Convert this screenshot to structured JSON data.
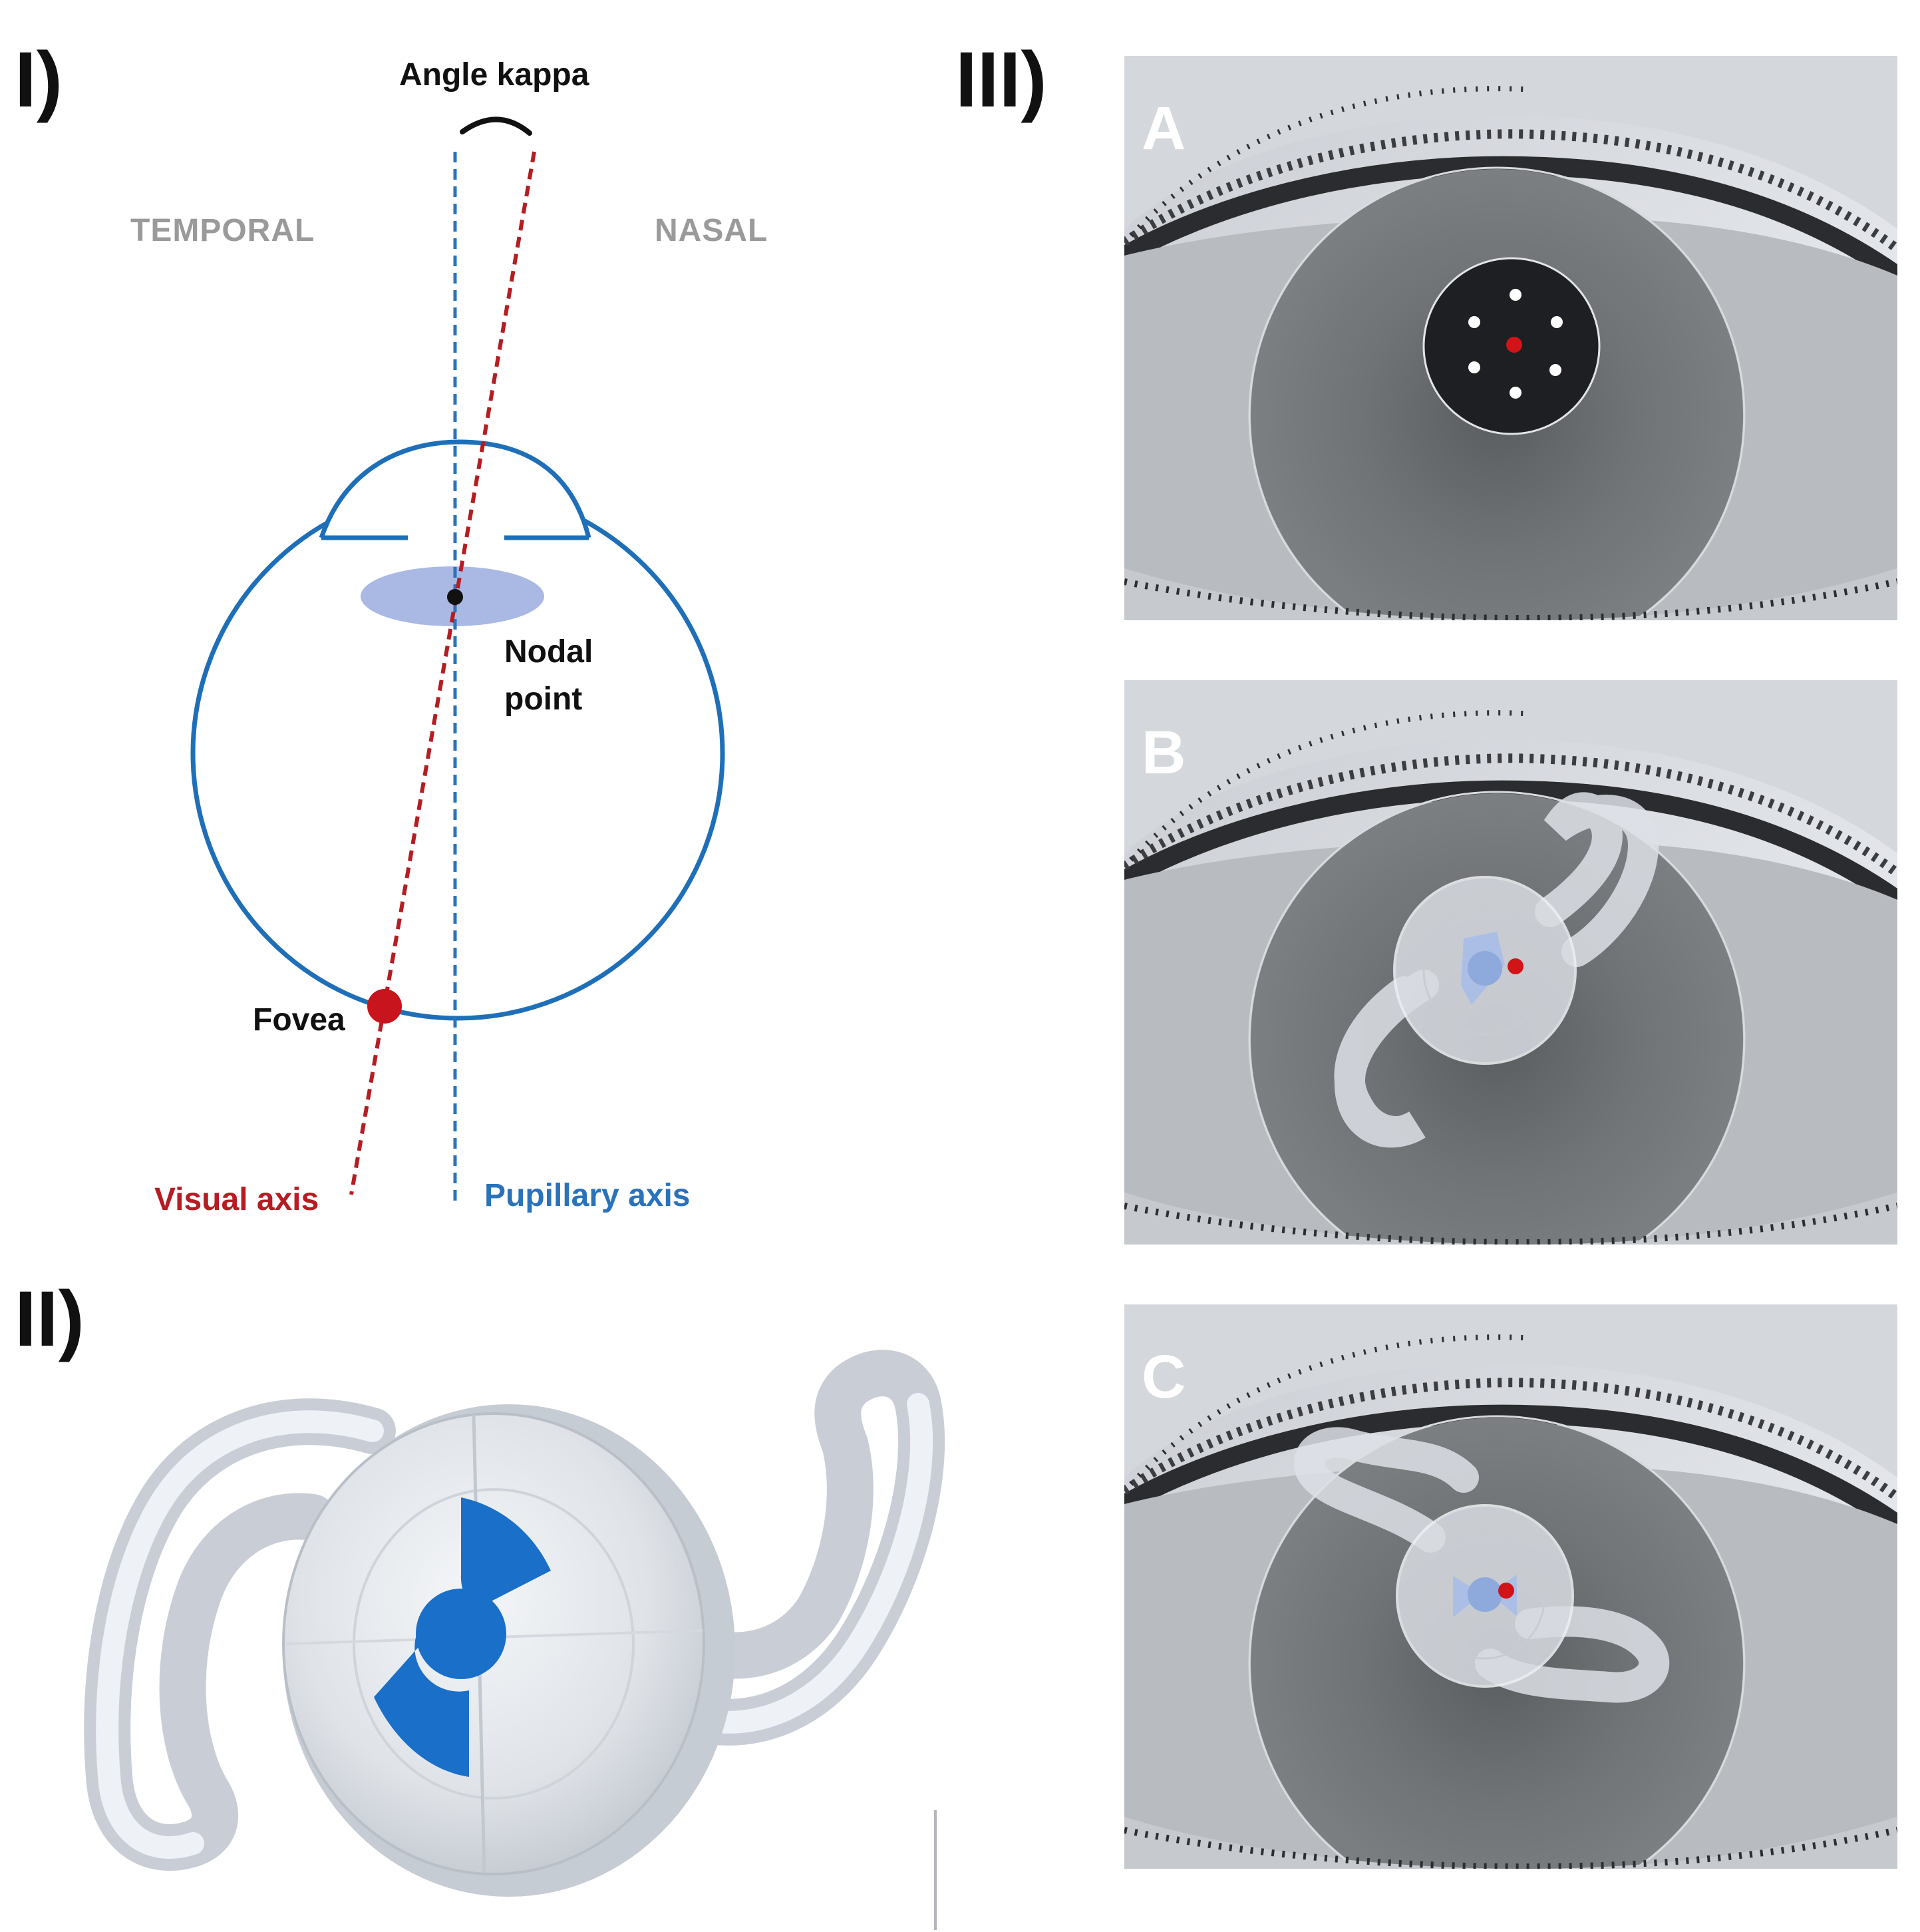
{
  "panels": {
    "panel_1": "I)",
    "panel_2": "II)",
    "panel_3": "III)"
  },
  "diagram": {
    "angle_label": "Angle kappa",
    "temporal": "TEMPORAL",
    "nasal": "NASAL",
    "nodal_line1": "Nodal",
    "nodal_line2": "point",
    "fovea": "Fovea",
    "visual_axis": "Visual axis",
    "pupillary_axis": "Pupillary axis"
  },
  "photos": {
    "a": "A",
    "b": "B",
    "c": "C"
  },
  "colors": {
    "eye_outline": "#1f6fb8",
    "visual_axis": "#b51d22",
    "pupillary_axis": "#2a73bb",
    "lens": "#a9b9e3",
    "fovea": "#c8141c",
    "optic_blue": "#1a6fc8",
    "iris_grey": "#6f7275"
  }
}
